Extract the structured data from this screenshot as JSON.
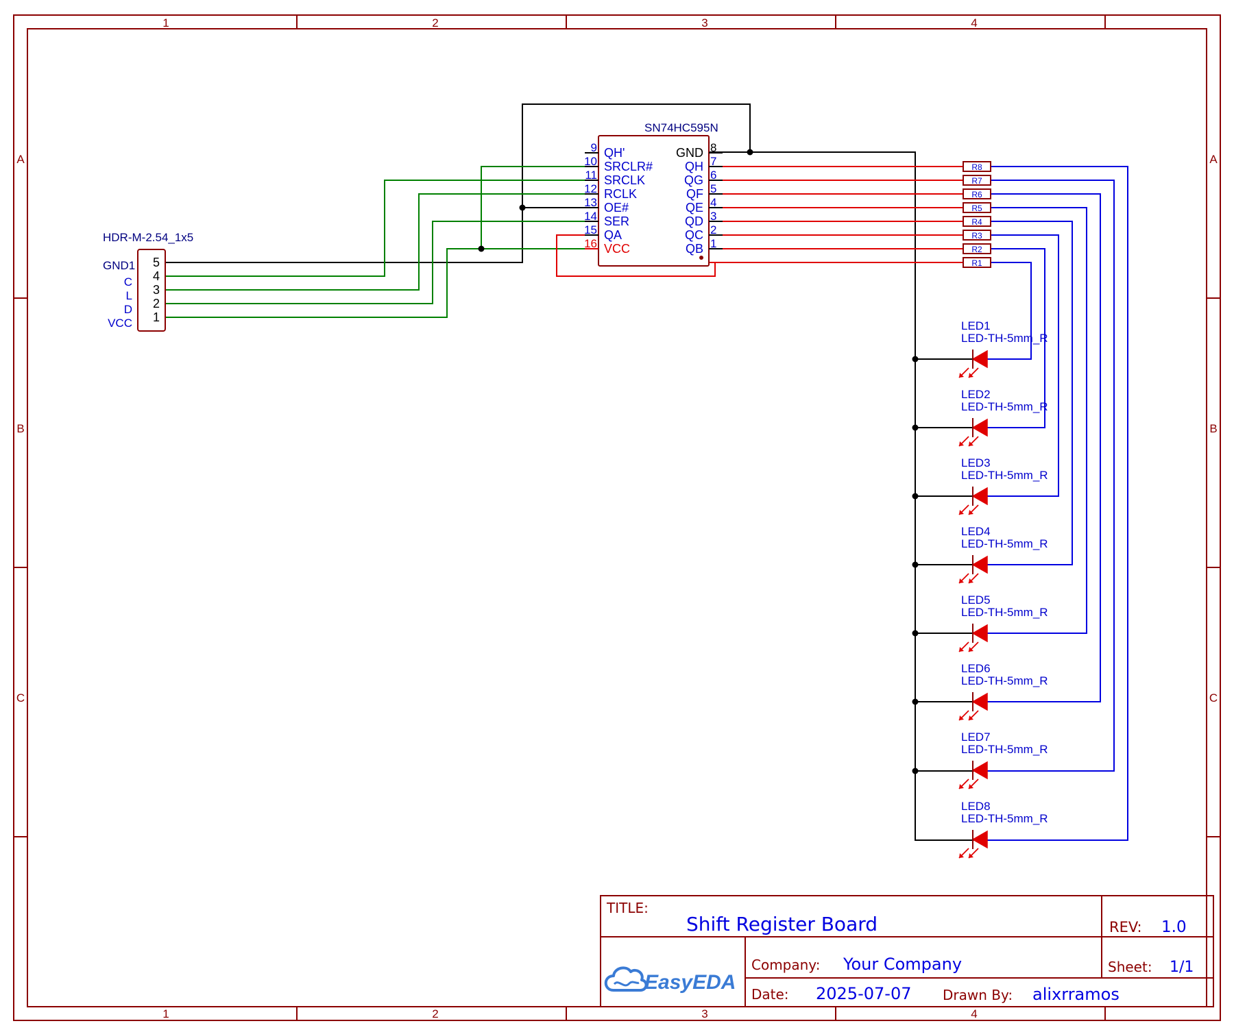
{
  "frame": {
    "columns": [
      "1",
      "2",
      "3",
      "4"
    ],
    "rows": [
      "A",
      "B",
      "C"
    ]
  },
  "ic": {
    "name": "SN74HC595N",
    "left_pins": [
      {
        "num": "9",
        "label": "QH'"
      },
      {
        "num": "10",
        "label": "SRCLR#"
      },
      {
        "num": "11",
        "label": "SRCLK"
      },
      {
        "num": "12",
        "label": "RCLK"
      },
      {
        "num": "13",
        "label": "OE#"
      },
      {
        "num": "14",
        "label": "SER"
      },
      {
        "num": "15",
        "label": "QA"
      },
      {
        "num": "16",
        "label": "VCC"
      }
    ],
    "right_pins": [
      {
        "num": "8",
        "label": "GND"
      },
      {
        "num": "7",
        "label": "QH"
      },
      {
        "num": "6",
        "label": "QG"
      },
      {
        "num": "5",
        "label": "QF"
      },
      {
        "num": "4",
        "label": "QE"
      },
      {
        "num": "3",
        "label": "QD"
      },
      {
        "num": "2",
        "label": "QC"
      },
      {
        "num": "1",
        "label": "QB"
      }
    ]
  },
  "header": {
    "name": "HDR-M-2.54_1x5",
    "ref": "GND1",
    "pins": [
      {
        "num": "5",
        "label": ""
      },
      {
        "num": "4",
        "label": "C"
      },
      {
        "num": "3",
        "label": "L"
      },
      {
        "num": "2",
        "label": "D"
      },
      {
        "num": "1",
        "label": "VCC"
      }
    ]
  },
  "resistors": [
    "R8",
    "R7",
    "R6",
    "R5",
    "R4",
    "R3",
    "R2",
    "R1"
  ],
  "leds": [
    {
      "ref": "LED1",
      "value": "LED-TH-5mm_R"
    },
    {
      "ref": "LED2",
      "value": "LED-TH-5mm_R"
    },
    {
      "ref": "LED3",
      "value": "LED-TH-5mm_R"
    },
    {
      "ref": "LED4",
      "value": "LED-TH-5mm_R"
    },
    {
      "ref": "LED5",
      "value": "LED-TH-5mm_R"
    },
    {
      "ref": "LED6",
      "value": "LED-TH-5mm_R"
    },
    {
      "ref": "LED7",
      "value": "LED-TH-5mm_R"
    },
    {
      "ref": "LED8",
      "value": "LED-TH-5mm_R"
    }
  ],
  "title_block": {
    "title_label": "TITLE:",
    "title": "Shift Register Board",
    "rev_label": "REV:",
    "rev": "1.0",
    "company_label": "Company:",
    "company": "Your Company",
    "sheet_label": "Sheet:",
    "sheet": "1/1",
    "date_label": "Date:",
    "date": "2025-07-07",
    "drawn_label": "Drawn By:",
    "drawn_by": "alixrramos",
    "logo_text": "EasyEDA"
  },
  "colors": {
    "frame": "#8b0000",
    "net_black": "#000000",
    "net_green": "#008000",
    "net_red": "#e00000",
    "net_blue": "#0000e0",
    "pin_text": "#0000cc",
    "led_fill": "#e00000",
    "logo": "#3a7bd5"
  }
}
